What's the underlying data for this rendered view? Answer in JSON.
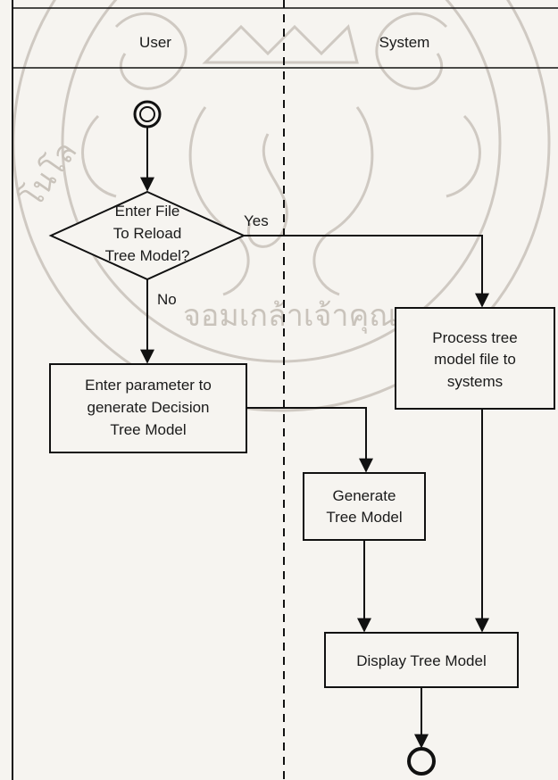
{
  "lanes": {
    "user": "User",
    "system": "System"
  },
  "nodes": {
    "decision": [
      "Enter File",
      "To Reload",
      "Tree Model?"
    ],
    "enter_parameter": [
      "Enter parameter to",
      "generate Decision",
      "Tree Model"
    ],
    "process_file": [
      "Process tree",
      "model file to",
      "systems"
    ],
    "generate": [
      "Generate",
      "Tree Model"
    ],
    "display": "Display Tree Model"
  },
  "edges": {
    "yes": "Yes",
    "no": "No"
  },
  "watermark": {
    "text": "จอมเกล้าเจ้าคุณทห",
    "side_text": "โนโล"
  },
  "colors": {
    "line": "#111111",
    "background": "#f6f4f0",
    "watermark": "#cfc9c2"
  }
}
